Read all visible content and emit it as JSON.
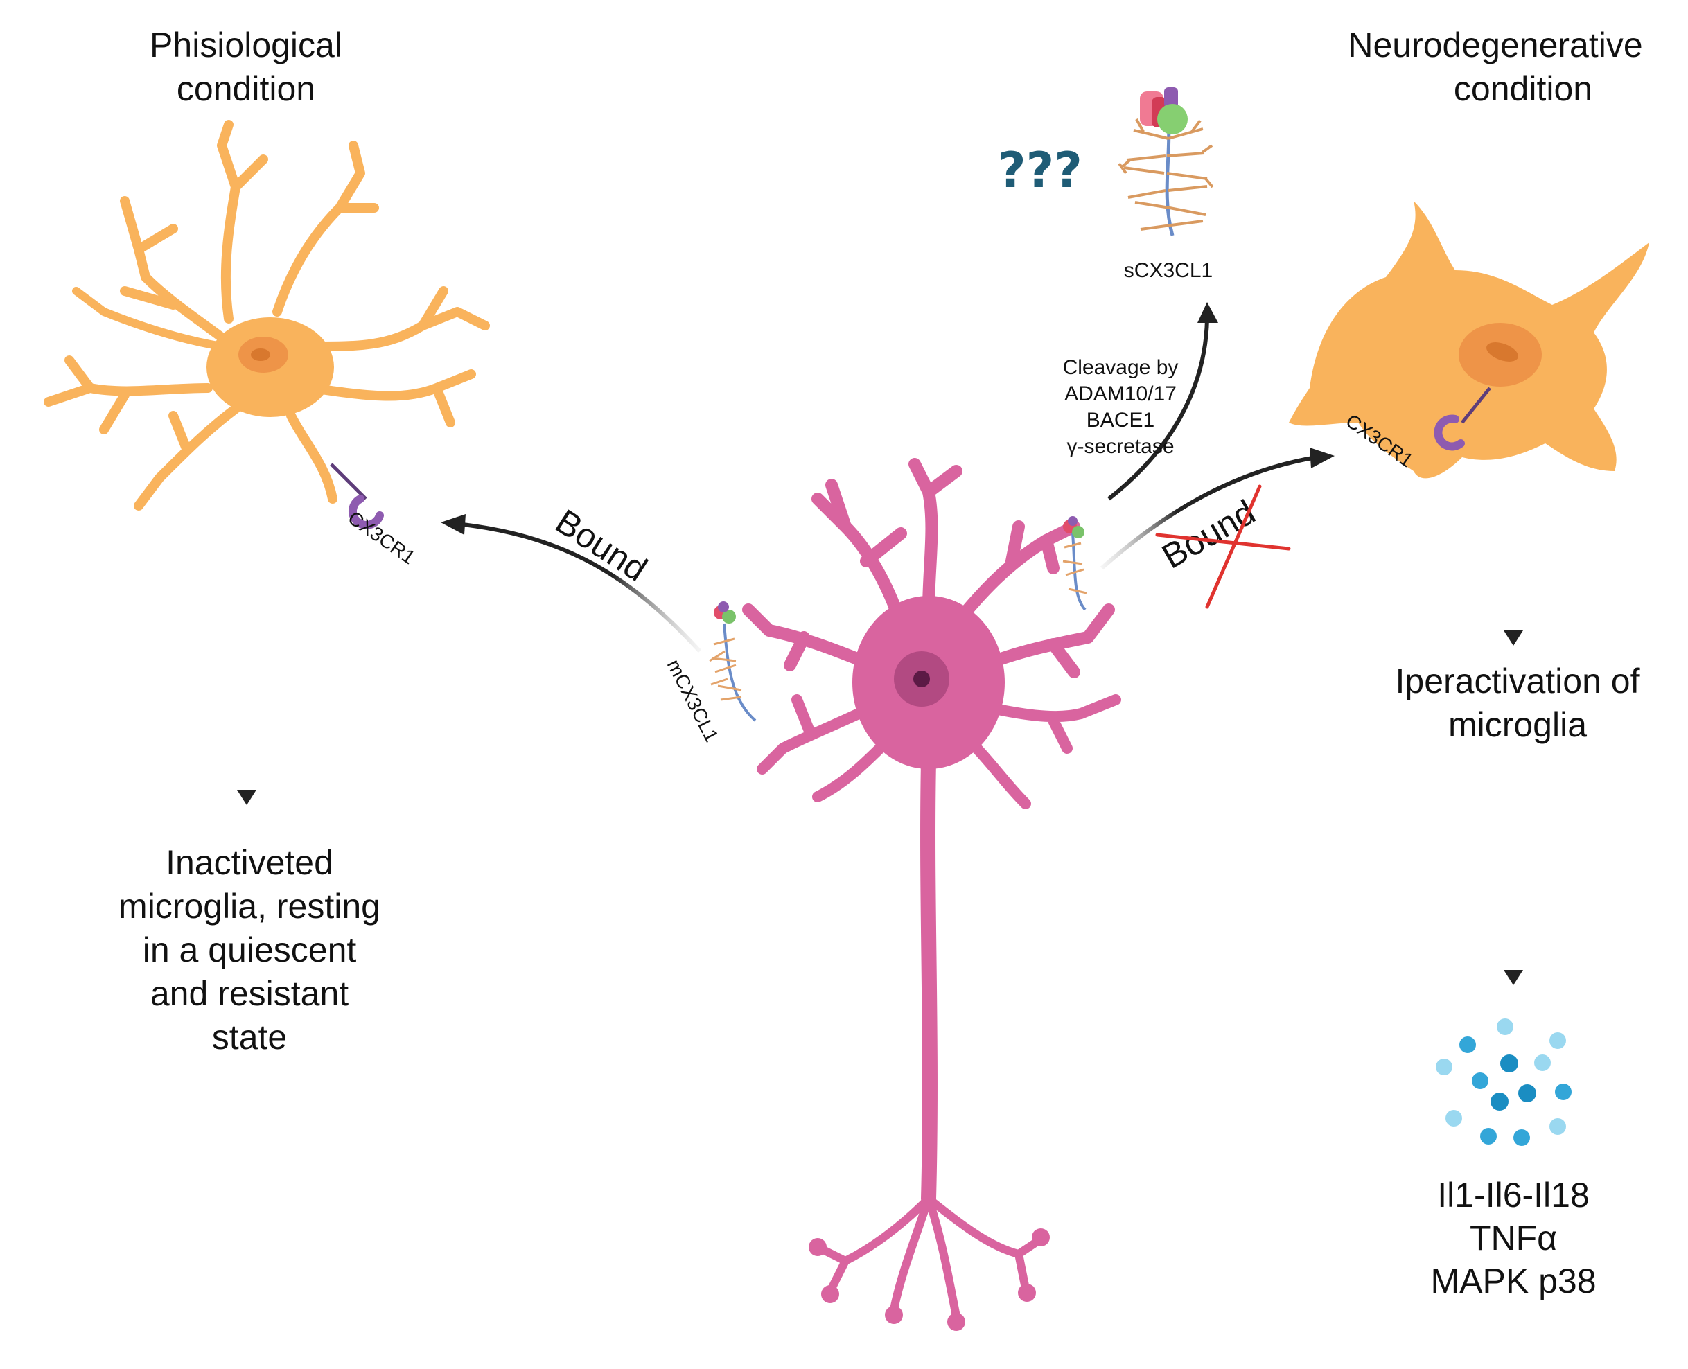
{
  "left": {
    "title": [
      "Phisiological",
      "condition"
    ],
    "receptor": "CX3CR1",
    "outcome": [
      "Inactiveted",
      "microglia, resting",
      "in a quiescent",
      "and resistant",
      "state"
    ]
  },
  "center": {
    "membrane_ligand": "mCX3CL1",
    "bound": "Bound"
  },
  "top": {
    "question": "???",
    "soluble_ligand": "sCX3CL1",
    "cleavage": [
      "Cleavage by",
      "ADAM10/17",
      "BACE1",
      "γ-secretase"
    ]
  },
  "right": {
    "title": [
      "Neurodegenerative",
      "condition"
    ],
    "receptor": "CX3CR1",
    "bound_crossed": "Bound",
    "outcome": [
      "Iperactivation of",
      "microglia"
    ],
    "cytokines": [
      "Il1-Il6-Il18",
      "TNFα",
      "MAPK p38"
    ]
  },
  "colors": {
    "microglia": "#F9B35C",
    "microglia_edge": "#E89A3E",
    "neuron": "#D9649F",
    "neuron_dark": "#B24A82",
    "receptor": "#8E5BB0",
    "arrow": "#222222",
    "cross": "#E0332F",
    "question": "#1F5C76",
    "cytokine_light": "#6FC7EA",
    "cytokine_dark": "#1A8DC2"
  }
}
